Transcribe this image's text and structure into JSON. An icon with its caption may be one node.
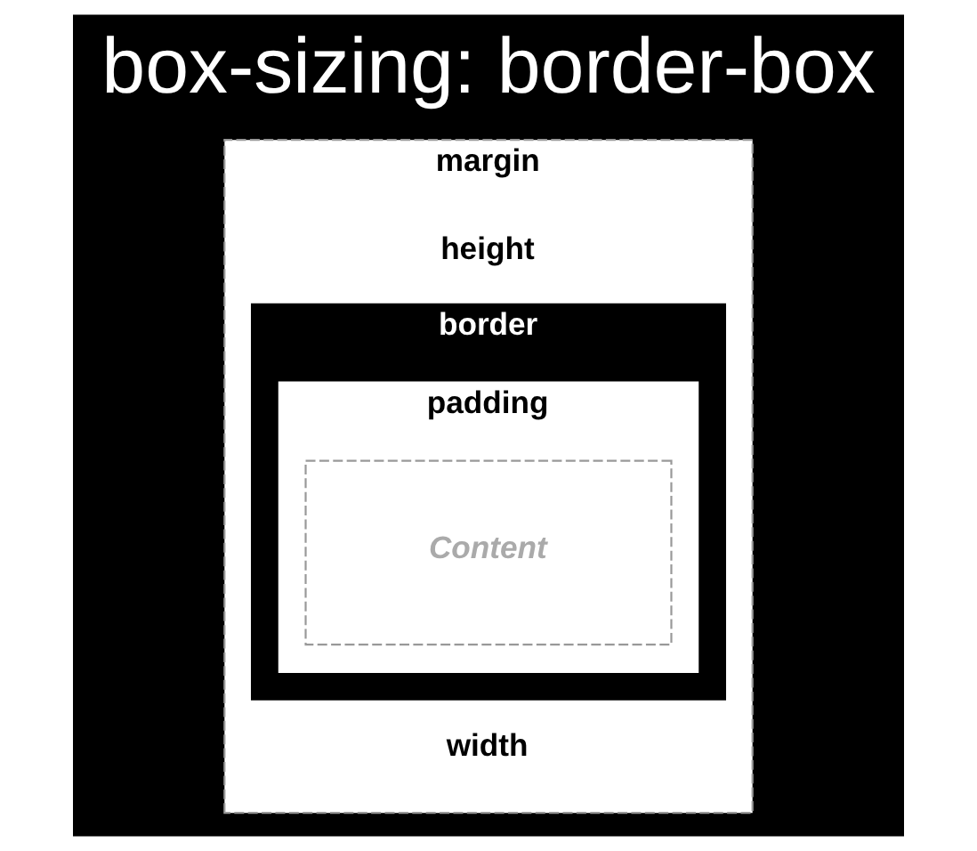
{
  "diagram": {
    "title": "box-sizing: border-box",
    "nodes": [
      {
        "text": [
          "margin"
        ]
      },
      {
        "text": [
          "border"
        ],
        "in": 0
      },
      {
        "text": [
          "padding"
        ],
        "in": 1
      },
      {
        "text": [
          "Content"
        ],
        "in": 2
      }
    ],
    "labels": [
      "height",
      "width"
    ]
  }
}
